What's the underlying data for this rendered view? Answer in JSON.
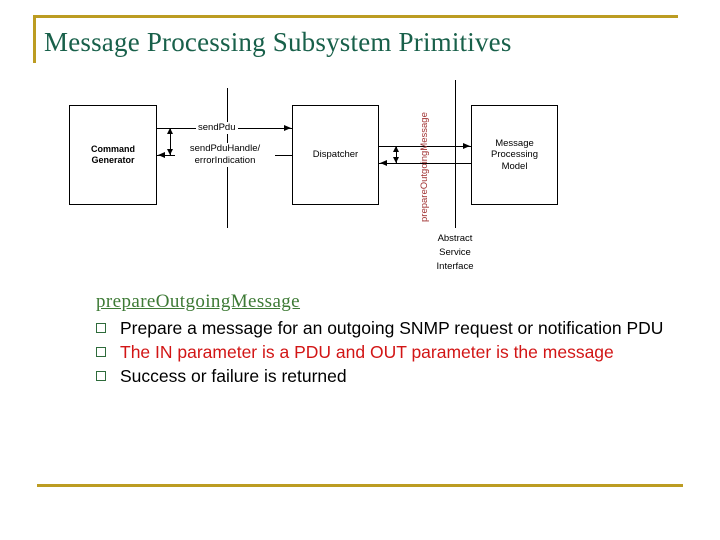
{
  "slide": {
    "title": "Message Processing Subsystem Primitives",
    "accent_color": "#bc9c22",
    "title_color": "#18604a"
  },
  "diagram": {
    "nodes": [
      {
        "id": "command-generator",
        "label": "Command\nGenerator"
      },
      {
        "id": "dispatcher",
        "label": "Dispatcher"
      },
      {
        "id": "message-processing-model",
        "label": "Message\nProcessing\nModel"
      }
    ],
    "edge_labels": {
      "send_pdu": "sendPdu",
      "send_pdu_handle": "sendPduHandle/\nerrorIndication"
    },
    "interface_label": {
      "text": "prepareOutgoingMessage",
      "color": "#a03232"
    },
    "asi_caption": "Abstract\nService\nInterface"
  },
  "body": {
    "heading": "prepareOutgoingMessage",
    "heading_color": "#3d7a35",
    "bullets": [
      {
        "text": "Prepare a message for an outgoing SNMP request or notification PDU",
        "color": "#000000"
      },
      {
        "text": "The IN parameter is a PDU and OUT parameter is the message",
        "color": "#d21515"
      },
      {
        "text": "Success or failure is returned",
        "color": "#000000"
      }
    ]
  }
}
